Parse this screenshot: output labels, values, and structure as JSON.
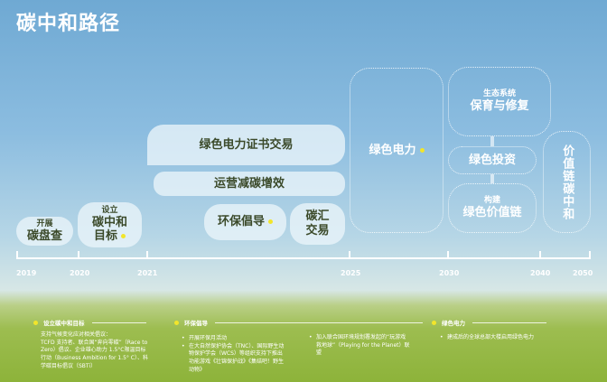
{
  "title": "碳中和路径",
  "years": [
    "2019",
    "2020",
    "2021",
    "2025",
    "2030",
    "2040",
    "2050"
  ],
  "milestones": {
    "carbon_inventory": {
      "line1": "开展",
      "line2": "碳盘查"
    },
    "set_target": {
      "line1": "设立",
      "line2": "碳中和",
      "line3": "目标"
    },
    "green_cert": "绿色电力证书交易",
    "ops_reduction": "运营减碳增效",
    "env_advocacy": "环保倡导",
    "carbon_sink": {
      "line1": "碳汇",
      "line2": "交易"
    },
    "green_power": "绿色电力",
    "ecosystem": {
      "line1": "生态系统",
      "line2": "保育与修复"
    },
    "green_invest": "绿色投资",
    "value_chain": {
      "line1": "构建",
      "line2": "绿色价值链"
    },
    "vc_neutral": "价值链碳中和"
  },
  "details": {
    "target": {
      "heading": "设立碳中和目标",
      "intro": "支持气候变化应对相关倡议：",
      "text": "TCFD 支持者、联合国“奔向零碳”（Race to Zero）倡议、企业雄心助力 1.5°C限温目标行动（Business Ambition for 1.5° C）、科学碳目标倡议（SBTi）"
    },
    "advocacy": {
      "heading": "环保倡导",
      "items": [
        "开展环保月活动",
        "在大自然保护协会（TNC）、国际野生动物保护学会（WCS）等组织支持下推出功能游戏《壮锦保护战》《集结吧！野生动物》"
      ]
    },
    "advocacy2": {
      "items": [
        "加入联合国环境规划署发起的“玩游戏救地球”（Playing for the Planet）联盟"
      ]
    },
    "power": {
      "heading": "绿色电力",
      "items": [
        "建成后的全球总部大楼启用绿色电力"
      ]
    }
  },
  "colors": {
    "accent": "#f2e52b",
    "bubble_text": "#3b4a2a"
  }
}
